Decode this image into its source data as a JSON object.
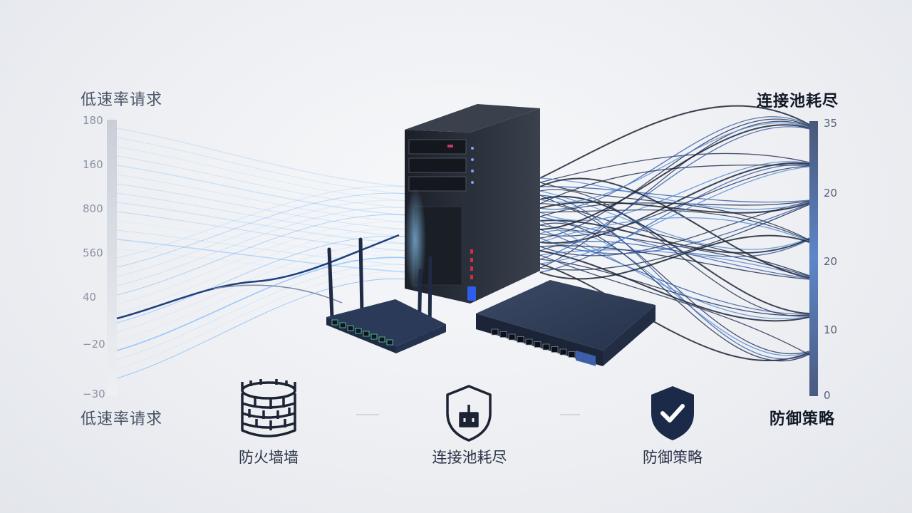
{
  "left_axis": {
    "title_top": "低速率请求",
    "title_bottom": "低速率请求",
    "ticks": [
      "180",
      "160",
      "800",
      "560",
      "40",
      "−20",
      "−30"
    ]
  },
  "right_axis": {
    "title_top": "连接池耗尽",
    "title_bottom": "防御策略",
    "ticks": [
      "35",
      "20",
      "20",
      "10",
      "0"
    ]
  },
  "features": [
    {
      "label": "防火墙墙",
      "icon": "brick-tower-icon"
    },
    {
      "label": "连接池耗尽",
      "icon": "shield-plug-icon"
    },
    {
      "label": "防御策略",
      "icon": "shield-check-icon"
    }
  ],
  "colors": {
    "accent": "#3a7bd5",
    "navy": "#1c2a4a",
    "glow": "#6fb6ff"
  }
}
